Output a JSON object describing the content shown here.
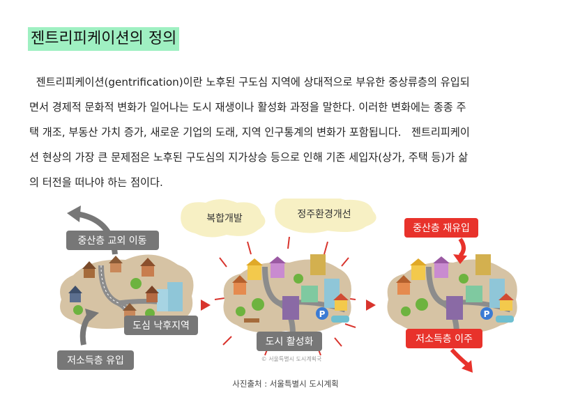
{
  "title": "젠트리피케이션의 정의",
  "paragraph_lines": [
    "  젠트리피케이션(gentrification)이란 노후된 구도심 지역에 상대적으로 부유한 중상류층의 유입되",
    "면서 경제적 문화적 변화가 일어나는 도시 재생이나 활성화 과정을 말한다. 이러한 변화에는 종종 주",
    "택 개조, 부동산 가치 증가, 새로운 기업의 도래, 지역 인구통계의 변화가 포함됩니다.   젠트리피케이",
    "션 현상의 가장 큰 문제점은 노후된 구도심의 지가상승 등으로 인해 기존 세입자(상가, 주택 등)가 삶",
    "의 터전을 떠나야 하는 점이다."
  ],
  "figure": {
    "stage1": {
      "top_label": "중산층 교외 이동",
      "mid_label": "도심 낙후지역",
      "bottom_label": "저소득층 유입"
    },
    "stage2": {
      "cloud1": "복합개발",
      "cloud2": "정주환경개선",
      "bottom_label": "도시 활성화",
      "watermark": "© 서울특별시 도시계획국",
      "parking": "P"
    },
    "stage3": {
      "top_label": "중산층 재유입",
      "bottom_label": "저소득층 이주",
      "parking": "P"
    },
    "colors": {
      "gray_label": "#777777",
      "red_label": "#e8322b",
      "arrow_red": "#d8342d",
      "ground": "#d6c3a4",
      "cloud": "#f7f0c4"
    }
  },
  "caption": "사진출처 : 서울특별시 도시계획"
}
